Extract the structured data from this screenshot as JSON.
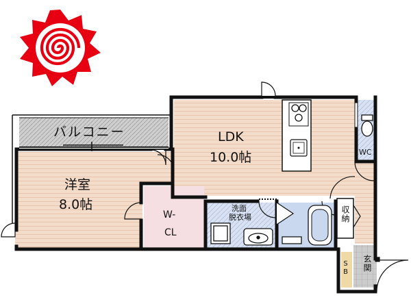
{
  "rooms": {
    "balcony": "バルコニー",
    "western_room": "洋室",
    "western_size": "8.0帖",
    "ldk": "LDK",
    "ldk_size": "10.0帖",
    "walk_in_closet_1": "W-",
    "walk_in_closet_2": "CL",
    "washroom_1": "洗面",
    "washroom_2": "脱衣場",
    "toilet": "WC",
    "storage": "収納",
    "entrance": "玄関",
    "shoe_box": "SB"
  },
  "logo": {
    "icon": "red-spiral-sun-logo",
    "color": "#e60012"
  },
  "colors": {
    "wood_floor": "#f3dcc9",
    "wood_line": "#e6c3aa",
    "balcony": "#cfcfcf",
    "wash_tile": "#d9e2f2",
    "closet": "#f5dfe2",
    "bath": "#c9d8ee",
    "entrance_tile": "#cccccc",
    "shoe_box": "#efd9a6",
    "wall": "#111111"
  }
}
